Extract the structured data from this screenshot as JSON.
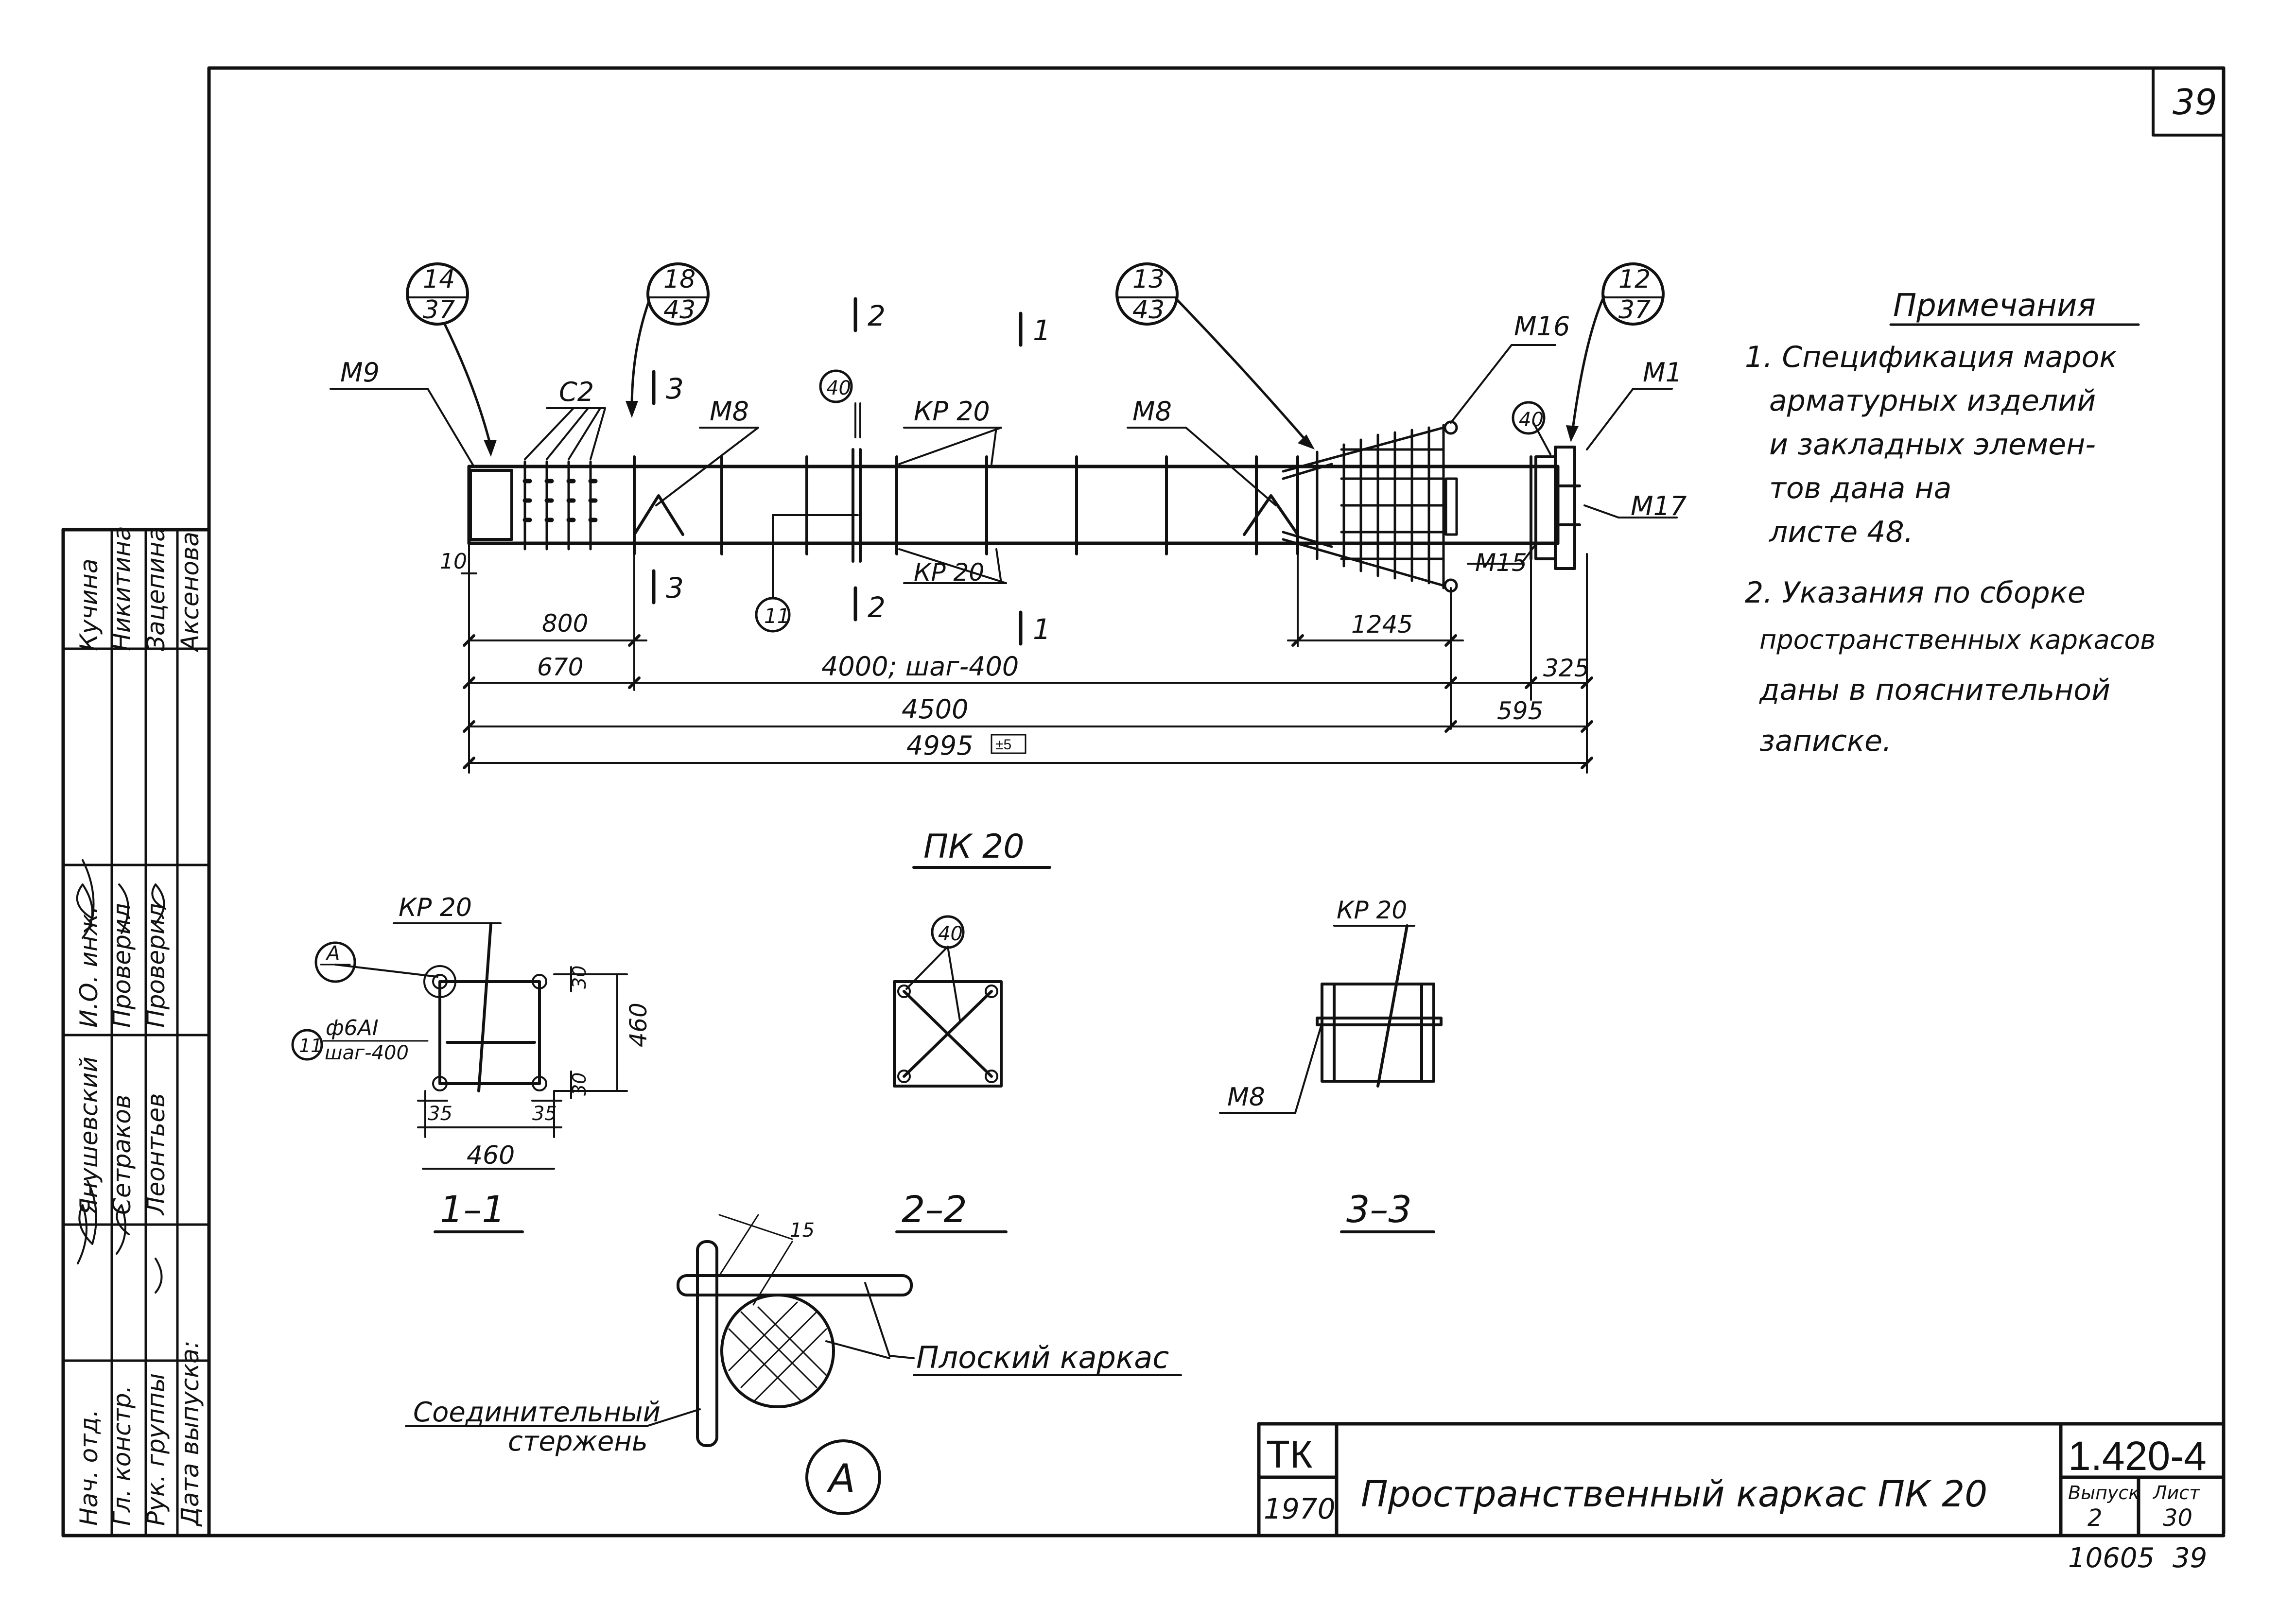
{
  "sheet": {
    "page_number": "39",
    "archive_number": "10605",
    "archive_page": "39"
  },
  "notes": {
    "heading": "Примечания",
    "lines": [
      "1. Спецификация марок",
      "арматурных изделий",
      "и закладных элемен-",
      "тов дана на",
      "листе 48.",
      "2. Указания по сборке",
      "пространственных каркасов",
      "даны в пояснительной",
      "записке."
    ]
  },
  "main_view": {
    "title": "ПК 20",
    "callouts": [
      {
        "top": "14",
        "bottom": "37"
      },
      {
        "top": "18",
        "bottom": "43"
      },
      {
        "top": "13",
        "bottom": "43"
      },
      {
        "top": "12",
        "bottom": "37"
      }
    ],
    "marks": {
      "m9": "М9",
      "c2": "С2",
      "m8_left": "М8",
      "m8_right": "М8",
      "kp20_top": "КР 20",
      "kp20_bottom": "КР 20",
      "m16": "М16",
      "m1": "М1",
      "m17": "М17",
      "m15": "М15",
      "circle_40_a": "40",
      "circle_40_b": "40",
      "circle_11": "11"
    },
    "section_marks": {
      "s2_top": "2",
      "s2_bottom": "2",
      "s1_top": "1",
      "s1_bottom": "1",
      "s3_top": "3",
      "s3_bottom": "3"
    },
    "dims": {
      "d10": "10",
      "d800": "800",
      "d670": "670",
      "d4000": "4000; шаг-400",
      "d4500": "4500",
      "d4995": "4995",
      "tol": "±5",
      "d1245": "1245",
      "d325": "325",
      "d595": "595"
    }
  },
  "section_1_1": {
    "label": "1–1",
    "kp20": "КР 20",
    "callout_a": "А",
    "rebar_mark": "11",
    "rebar_spec": "ф6АI",
    "rebar_step": "шаг-400",
    "d460_h": "460",
    "d460_v": "460",
    "d35_left": "35",
    "d35_right": "35",
    "d30_top": "30",
    "d30_bottom": "30"
  },
  "section_2_2": {
    "label": "2–2",
    "mark": "40"
  },
  "section_3_3": {
    "label": "3–3",
    "kp20": "КР 20",
    "m8": "М8"
  },
  "detail_a": {
    "label": "А",
    "dim": "15",
    "flat_frame": "Плоский каркас",
    "connector_line1": "Соединительный",
    "connector_line2": "стержень"
  },
  "signatures": {
    "rows": [
      {
        "role": "Нач. отд.",
        "name": "Янушевский"
      },
      {
        "role": "Гл. констр.",
        "name": "Сетраков"
      },
      {
        "role": "Рук. группы",
        "name": "Леонтьев"
      },
      {
        "role": "И.О. инж.",
        "name": "Зацепина"
      },
      {
        "role": "Проверил",
        "name": "Никитина"
      },
      {
        "role": "Проверил",
        "name": "Аксенова"
      },
      {
        "role": "Дата выпуска:",
        "name": ""
      }
    ],
    "extra_name": "Кучина"
  },
  "title_block": {
    "org": "ТК",
    "year": "1970",
    "title": "Пространственный каркас ПК 20",
    "series": "1.420-4",
    "issue_label": "Выпуск",
    "issue": "2",
    "sheet_label": "Лист",
    "sheet": "30"
  }
}
